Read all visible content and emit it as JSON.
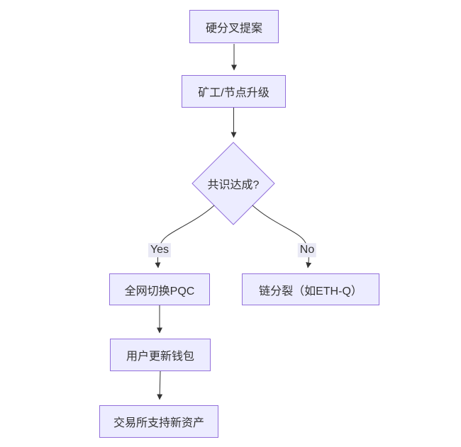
{
  "diagram": {
    "type": "flowchart",
    "direction": "top-down",
    "colors": {
      "node_fill": "#ECECFF",
      "node_border": "#9370DB",
      "edge_line": "#333333",
      "text": "#333333",
      "edge_label_bg": "#e9e9f5",
      "background": "#ffffff"
    },
    "nodes": [
      {
        "id": "proposal",
        "shape": "rect",
        "label": "硬分叉提案"
      },
      {
        "id": "upgrade",
        "shape": "rect",
        "label": "矿工/节点升级"
      },
      {
        "id": "consensus",
        "shape": "diamond",
        "label": "共识达成?"
      },
      {
        "id": "pqc",
        "shape": "rect",
        "label": "全网切换PQC"
      },
      {
        "id": "split",
        "shape": "rect",
        "label": "链分裂（如ETH-Q）"
      },
      {
        "id": "wallet",
        "shape": "rect",
        "label": "用户更新钱包"
      },
      {
        "id": "exchange",
        "shape": "rect",
        "label": "交易所支持新资产"
      }
    ],
    "edges": [
      {
        "from": "proposal",
        "to": "upgrade",
        "label": ""
      },
      {
        "from": "upgrade",
        "to": "consensus",
        "label": ""
      },
      {
        "from": "consensus",
        "to": "pqc",
        "label": "Yes"
      },
      {
        "from": "consensus",
        "to": "split",
        "label": "No"
      },
      {
        "from": "pqc",
        "to": "wallet",
        "label": ""
      },
      {
        "from": "wallet",
        "to": "exchange",
        "label": ""
      }
    ]
  }
}
